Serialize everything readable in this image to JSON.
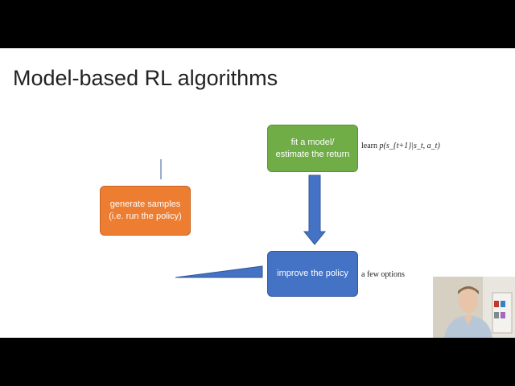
{
  "slide": {
    "title": "Model-based RL algorithms"
  },
  "diagram": {
    "fit_box": {
      "line1": "fit a model/",
      "line2": "estimate the return"
    },
    "generate_box": {
      "line1": "generate samples",
      "line2": "(i.e. run the policy)"
    },
    "improve_box": {
      "label": "improve the policy"
    },
    "fit_note": {
      "prefix": "learn",
      "formula": "p(s_{t+1}|s_t, a_t)"
    },
    "improve_note": "a few options"
  },
  "colors": {
    "fit": "#70ad47",
    "generate": "#ed7d31",
    "improve": "#4472c4",
    "arrow": "#4472c4"
  },
  "webcam": {
    "description_icon": "presenter-video-feed"
  }
}
